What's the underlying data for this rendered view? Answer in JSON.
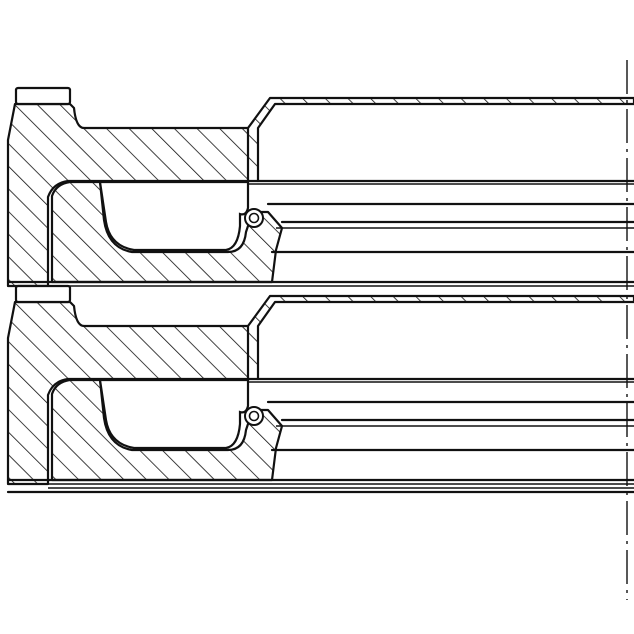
{
  "drawing": {
    "line_color": "#111111",
    "background_color": "#ffffff",
    "hatch_color": "#111111"
  },
  "parts": [
    {
      "name": "outer-housing",
      "section": "hatched"
    },
    {
      "name": "inner-seal-body",
      "section": "hatched"
    },
    {
      "name": "garter-spring",
      "section": "circle"
    },
    {
      "name": "shaft-bore",
      "section": "outline"
    }
  ],
  "rows": 2,
  "centerline": {
    "style": "dash-dot"
  }
}
